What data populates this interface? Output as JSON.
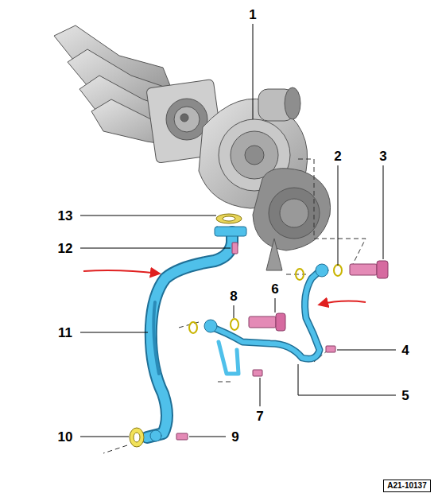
{
  "diagram": {
    "labels": [
      "1",
      "13",
      "2",
      "3",
      "12",
      "8",
      "6",
      "11",
      "4",
      "5",
      "7",
      "10",
      "9",
      "A21-10137"
    ]
  }
}
